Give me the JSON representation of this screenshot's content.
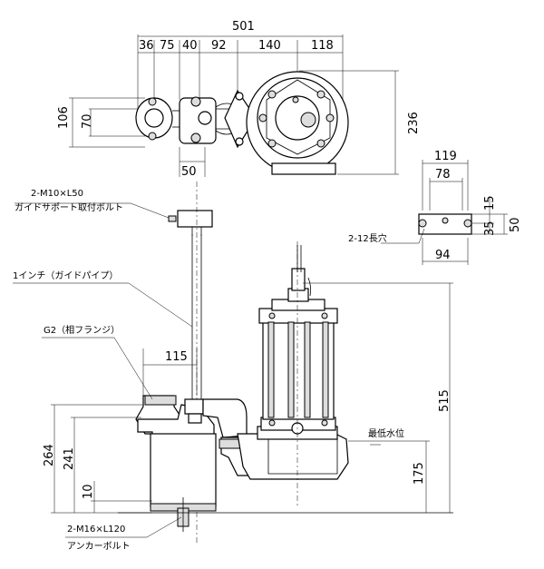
{
  "top_dims": {
    "overall": "501",
    "d36": "36",
    "d75": "75",
    "d40": "40",
    "d92": "92",
    "d140": "140",
    "d118": "118",
    "h106": "106",
    "h70": "70",
    "w50": "50",
    "h236": "236"
  },
  "bracket_dims": {
    "w119": "119",
    "w78": "78",
    "h15": "15",
    "h35": "35",
    "h50": "50",
    "w94": "94"
  },
  "side_dims": {
    "h515": "515",
    "h264": "264",
    "h241": "241",
    "h175": "175",
    "h10": "10",
    "w115": "115"
  },
  "labels": {
    "guide_bolt_spec": "2-M10×L50",
    "guide_bolt_name": "ガイドサポート取付ボルト",
    "slot": "2-12長穴",
    "guide_pipe": "1インチ（ガイドパイプ）",
    "flange": "G2（相フランジ）",
    "min_water": "最低水位",
    "anchor_spec": "2-M16×L120",
    "anchor_name": "アンカーボルト"
  }
}
